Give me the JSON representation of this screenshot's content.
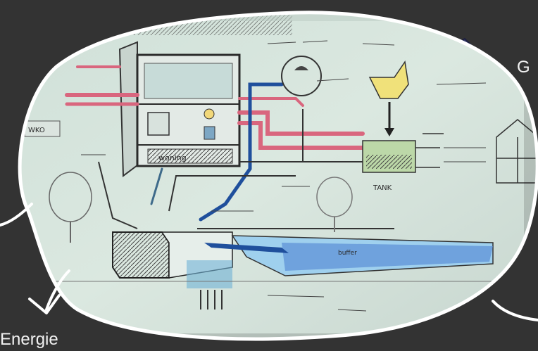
{
  "slide": {
    "label_right": "G",
    "label_bottom_left": "Energie"
  },
  "sketch": {
    "labels": {
      "woning": "woning",
      "wko": "WKO",
      "tank": "TANK",
      "buffer": "buffer"
    }
  },
  "colors": {
    "background": "#333333",
    "outline": "#ffffff",
    "paper": "#d9e6df",
    "pipe_red": "#d9667e",
    "pipe_blue": "#1f4f9c",
    "water": "#5b8fd6",
    "label_text": "#f2f2f2"
  },
  "icons": {
    "arrow": "down-left-arrow-icon",
    "shower": "shower-icon",
    "toilet": "toilet-icon",
    "greenhouse": "greenhouse-icon",
    "solar_panel": "solar-panel-icon"
  }
}
